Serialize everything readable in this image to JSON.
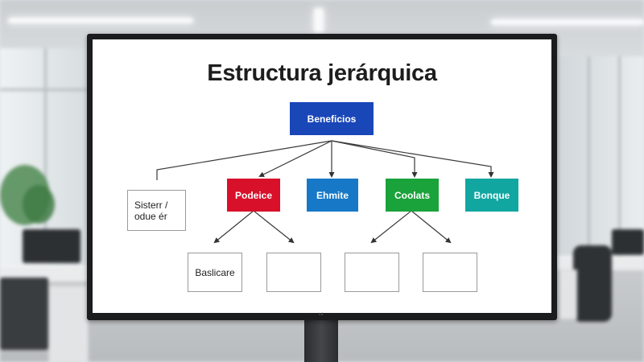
{
  "slide": {
    "title": "Estructura jerárquica"
  },
  "diagram": {
    "root": {
      "label": "Beneficios",
      "color": "#1a47b8"
    },
    "level1": [
      {
        "label": "Sisterr /\nodue ér",
        "style": "outline"
      },
      {
        "label": "Podeice",
        "style": "filled",
        "color": "#d8102a"
      },
      {
        "label": "Ehmite",
        "style": "filled",
        "color": "#1778c7"
      },
      {
        "label": "Coolats",
        "style": "filled",
        "color": "#1aa23b"
      },
      {
        "label": "Bonque",
        "style": "filled",
        "color": "#12a6a1"
      }
    ],
    "level2": [
      {
        "label": "Baslicare"
      },
      {
        "label": ""
      },
      {
        "label": ""
      },
      {
        "label": ""
      }
    ]
  },
  "monitor": {
    "brand": "LG"
  }
}
